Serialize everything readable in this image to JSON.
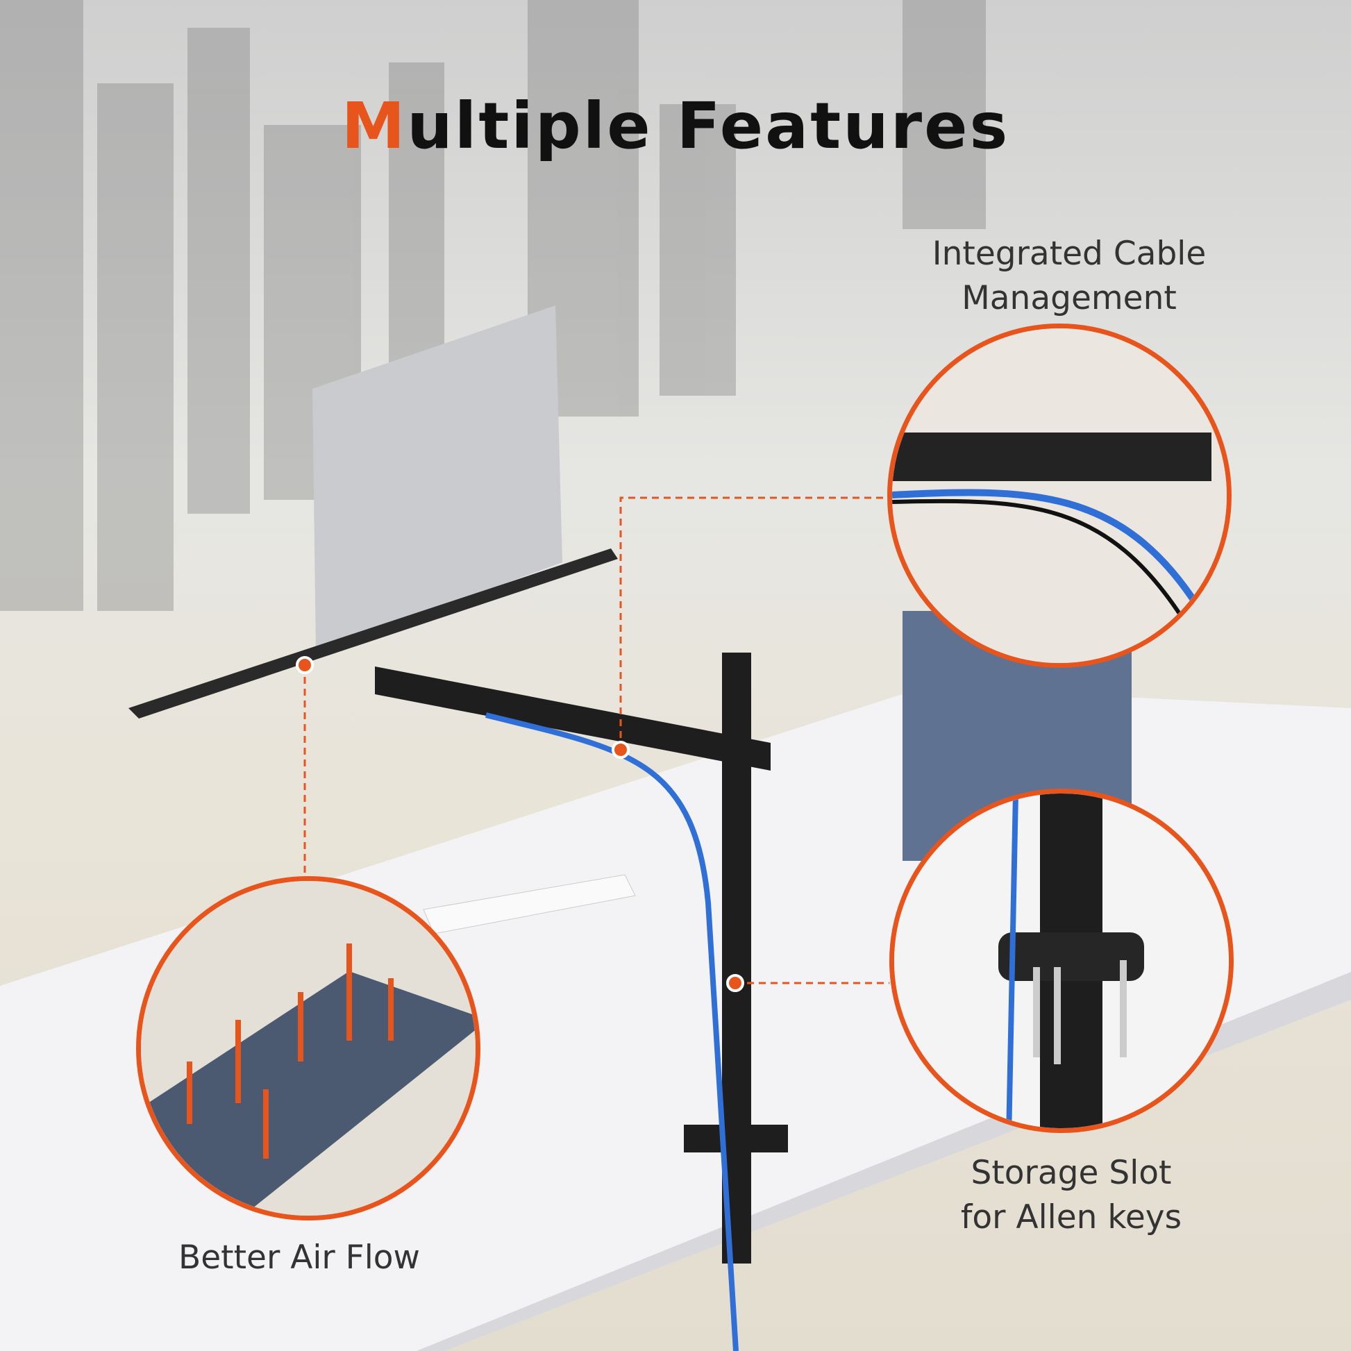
{
  "title": {
    "accent": "M",
    "rest": "ultiple Features"
  },
  "features": [
    {
      "line1": "Integrated Cable",
      "line2": "Management"
    },
    {
      "line1": "Storage Slot",
      "line2": "for Allen keys"
    },
    {
      "line1": "Better Air Flow"
    }
  ],
  "colors": {
    "accent": "#e8551c",
    "arm": "#1e1e1e",
    "cable_blue": "#2f6fd6"
  }
}
